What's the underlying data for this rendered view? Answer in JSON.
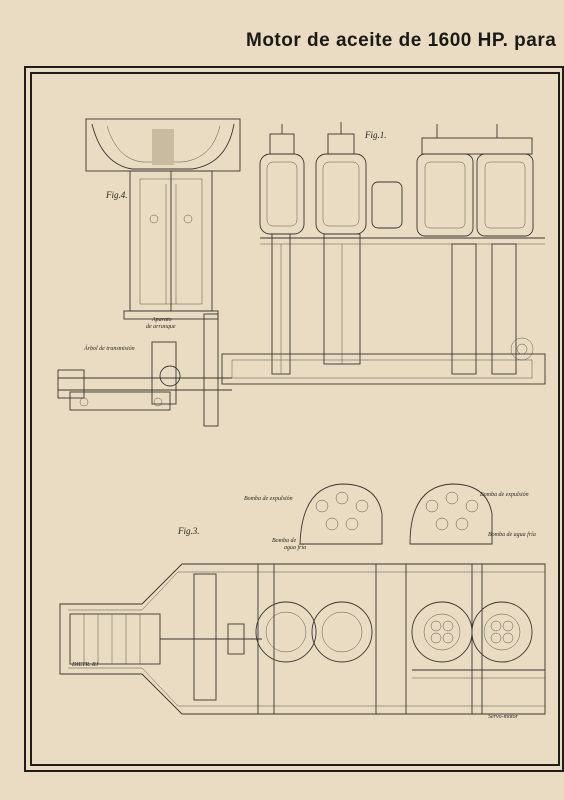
{
  "page": {
    "title": "Motor de aceite de 1600 HP. para"
  },
  "figures": {
    "fig1_label": "Fig.1.",
    "fig3_label": "Fig.3.",
    "fig4_label": "Fig.4."
  },
  "labels": {
    "arbol": "Árbol de transmisión",
    "aparato_line1": "Aparato",
    "aparato_line2": "de arranque",
    "bomba_expulsion_left": "Bomba de expulsión",
    "bomba_expulsion_right": "Bomba de expulsión",
    "bomba_agua_left_line1": "Bomba de",
    "bomba_agua_left_line2": "agua fría",
    "bomba_agua_right": "Bomba de agua fría",
    "servo_motor": "Servo-motor",
    "signature": "DIETR. RJ"
  },
  "colors": {
    "paper": "#e9dcc2",
    "ink": "#3b3631"
  }
}
